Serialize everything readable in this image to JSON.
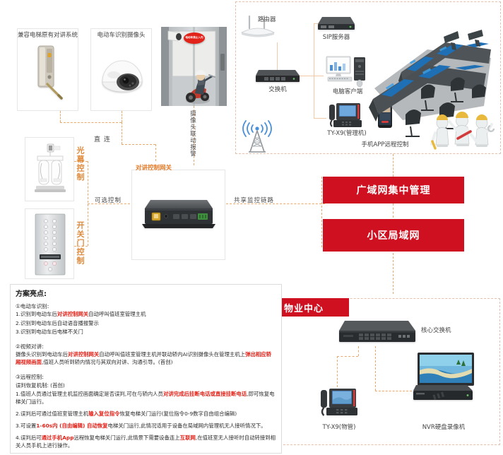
{
  "diagram": {
    "devices": {
      "intercom_panel": "兼容电梯原有对讲系统",
      "ebike_camera": "电动车识别摄像头",
      "car_badge": "电动车禁止入内",
      "light_curtain": "光幕控制",
      "door_control": "开关门控制",
      "gateway": "对讲控制网关",
      "router": "路由器",
      "sip_server": "SIP服务器",
      "switch": "交换机",
      "pc_client": "电脑客户端",
      "ty_x9_manager": "TY-X9(管理机)",
      "mobile_app": "手机APP远程控制",
      "core_switch": "核心交换机",
      "ty_x9_property": "TY-X9(物管)",
      "nvr": "NVR硬盘录像机"
    },
    "links": {
      "direct": "直 连",
      "optional": "可选控制",
      "camera_alarm": "摄像头联动报警",
      "shared_monitor": "共享监控链路"
    },
    "banners": {
      "wan": "广域网集中管理",
      "lan": "小区局域网",
      "property_center": "物业中心"
    },
    "colors": {
      "banner_red": "#CF1020",
      "accent_orange": "#E07B29",
      "dash_orange": "#E9A96C",
      "highlight_red": "#E2231A"
    }
  },
  "highlights": {
    "title": "方案亮点:",
    "sections": [
      {
        "heading": "①电动车识别:",
        "items": [
          {
            "pre": "1.识别到电动车后",
            "hl": "对讲控制网关",
            "post": "自动呼叫值班室管理主机"
          },
          {
            "pre": "2.识别到电动车后自动语音播报警示",
            "hl": "",
            "post": ""
          },
          {
            "pre": "3.识别到电动车后电梯不关门",
            "hl": "",
            "post": ""
          }
        ]
      },
      {
        "heading": "②视频对讲:",
        "items": [
          {
            "pre": "摄像头识别到电动车后",
            "hl": "对讲控制网关",
            "post": "自动呼叫值班室管理主机并联动轿内AI识别摄像头在管理主机上"
          },
          {
            "pre": "",
            "hl": "弹出相应轿厢视频画面",
            "post": ",值班人员听到轿内情况与其双向对讲、沟通引导。(首创)"
          }
        ]
      },
      {
        "heading": "③远程控制:",
        "subheading": "误判恢复机制: (首创)",
        "items": [
          {
            "pre": "1.值班人员通过管理主机监控画面确定是否误判,可在与轿内人员",
            "hl": "对讲完成后挂断电话或直接挂断电话",
            "post": ",即可恢复电梯关门运行。"
          },
          {
            "pre": "2.误判后可通过值班室管理主机",
            "hl": "输入复位指令",
            "post": "恢复电梯关门运行(复位指令0-9数字自由组合编辑)"
          },
          {
            "pre": "3.可设置",
            "hl": "1-60s内 (自由编辑) 自动恢复",
            "post": "电梯关门运行,此情况适用于设备在局域网内管理机无人接听情况下。"
          },
          {
            "pre": "4.误判后可",
            "hl": "通过手机App",
            "post": "远程恢复电梯关门运行,此情景下需要设备连上",
            "hl2": "互联网",
            "post2": ",在值班室无人接听时自动转接到相关人员手机上进行操作。"
          }
        ]
      }
    ]
  }
}
